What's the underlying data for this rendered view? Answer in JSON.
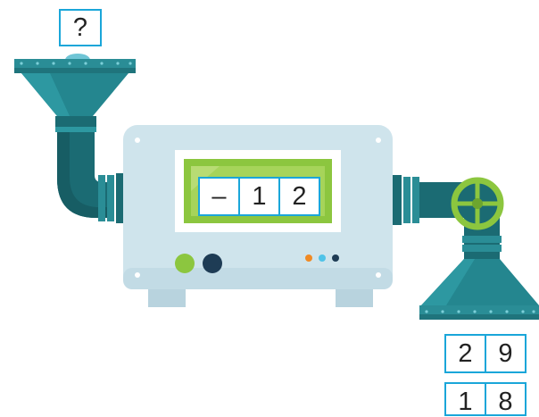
{
  "input_box": {
    "label": "?"
  },
  "display": {
    "digits": [
      "–",
      "1",
      "2"
    ]
  },
  "output_boxes": [
    {
      "digits": [
        "2",
        "9"
      ]
    },
    {
      "digits": [
        "1",
        "8"
      ]
    }
  ],
  "colors": {
    "machine_body": "#cfe4ec",
    "pipe_teal": "#24868f",
    "pipe_dark": "#1b6b73",
    "screen_green": "#8cc63f",
    "box_border": "#1aa6d9",
    "light_orange": "#f08a24",
    "light_blue": "#4fc3e8",
    "light_navy": "#1e3c55"
  }
}
